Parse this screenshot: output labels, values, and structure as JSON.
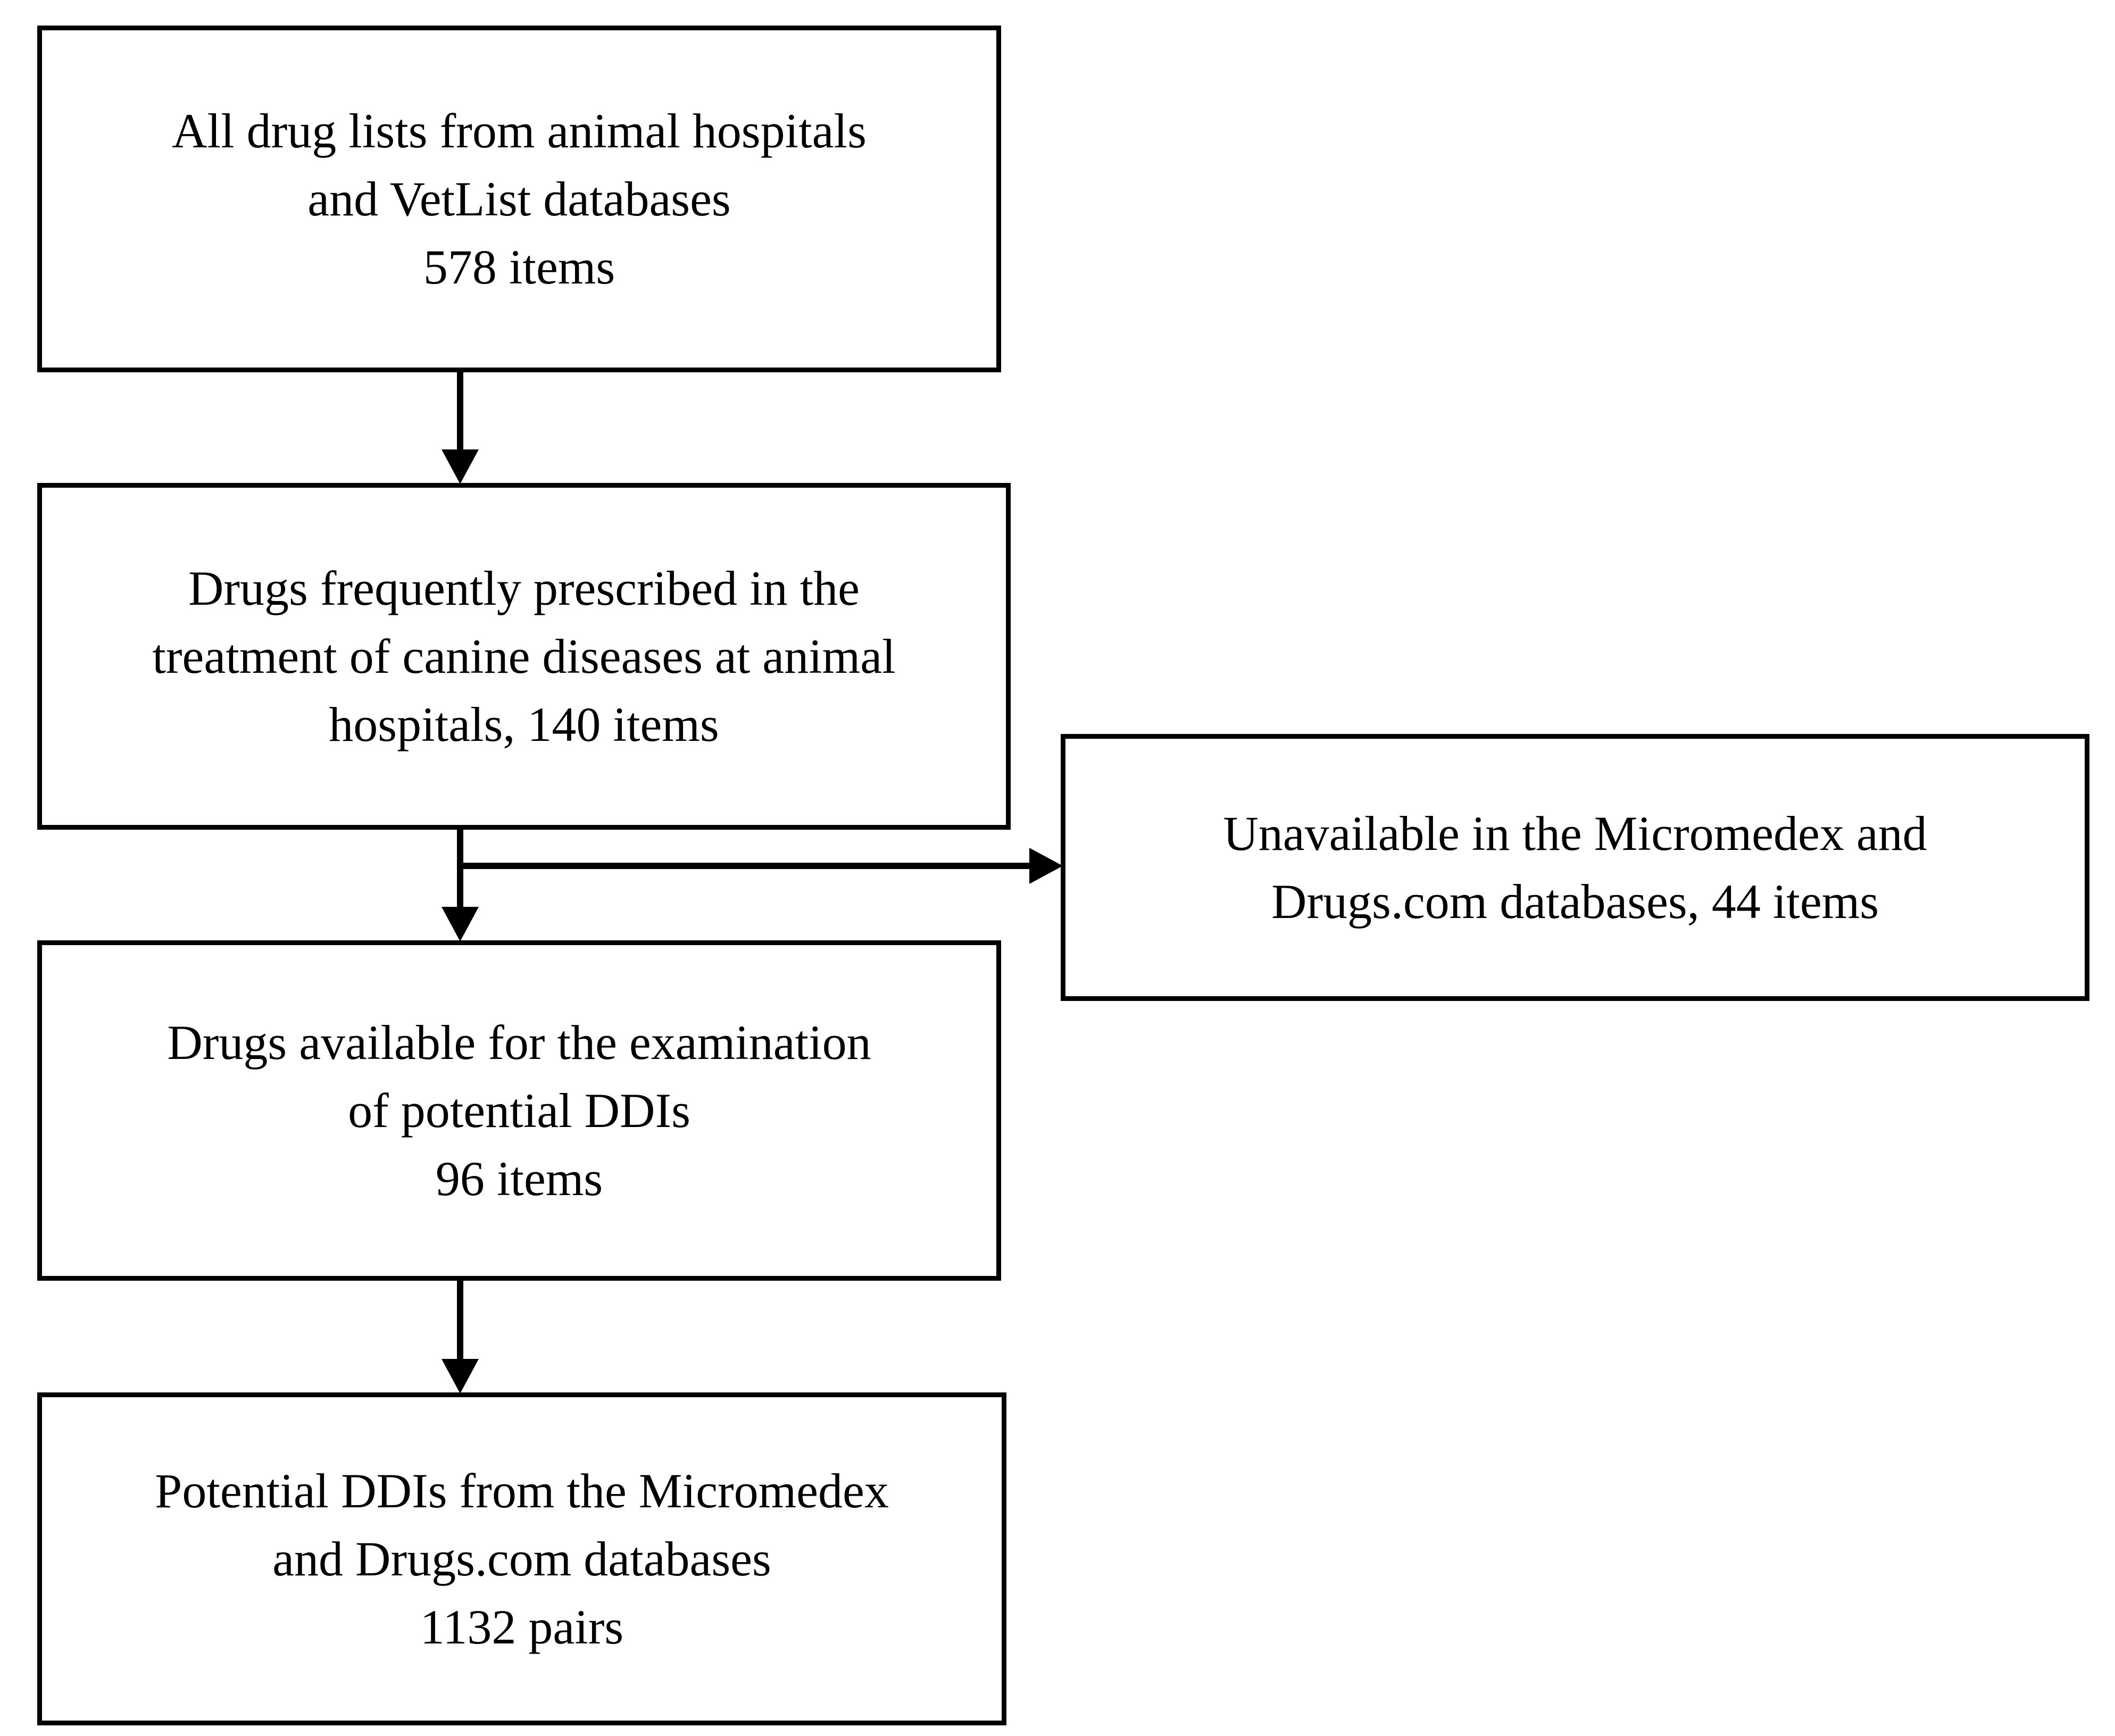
{
  "boxes": {
    "all_drugs": {
      "lines": [
        "All drug lists from animal hospitals",
        "and VetList databases",
        "578 items"
      ]
    },
    "frequent_drugs": {
      "lines": [
        "Drugs frequently prescribed in the",
        "treatment of canine diseases at animal",
        "hospitals, 140 items"
      ]
    },
    "unavailable_drugs": {
      "lines": [
        "Unavailable in the Micromedex and",
        "Drugs.com databases, 44 items"
      ]
    },
    "available_drugs": {
      "lines": [
        "Drugs available for the examination",
        "of potential DDIs",
        "96 items"
      ]
    },
    "potential_ddis": {
      "lines": [
        "Potential DDIs from the Micromedex",
        "and Drugs.com databases",
        "1132 pairs"
      ]
    }
  },
  "connections": [
    {
      "from": "all_drugs",
      "to": "frequent_drugs"
    },
    {
      "from": "frequent_drugs",
      "to": "available_drugs"
    },
    {
      "from": "frequent_drugs",
      "to": "unavailable_drugs"
    },
    {
      "from": "available_drugs",
      "to": "potential_ddis"
    }
  ]
}
